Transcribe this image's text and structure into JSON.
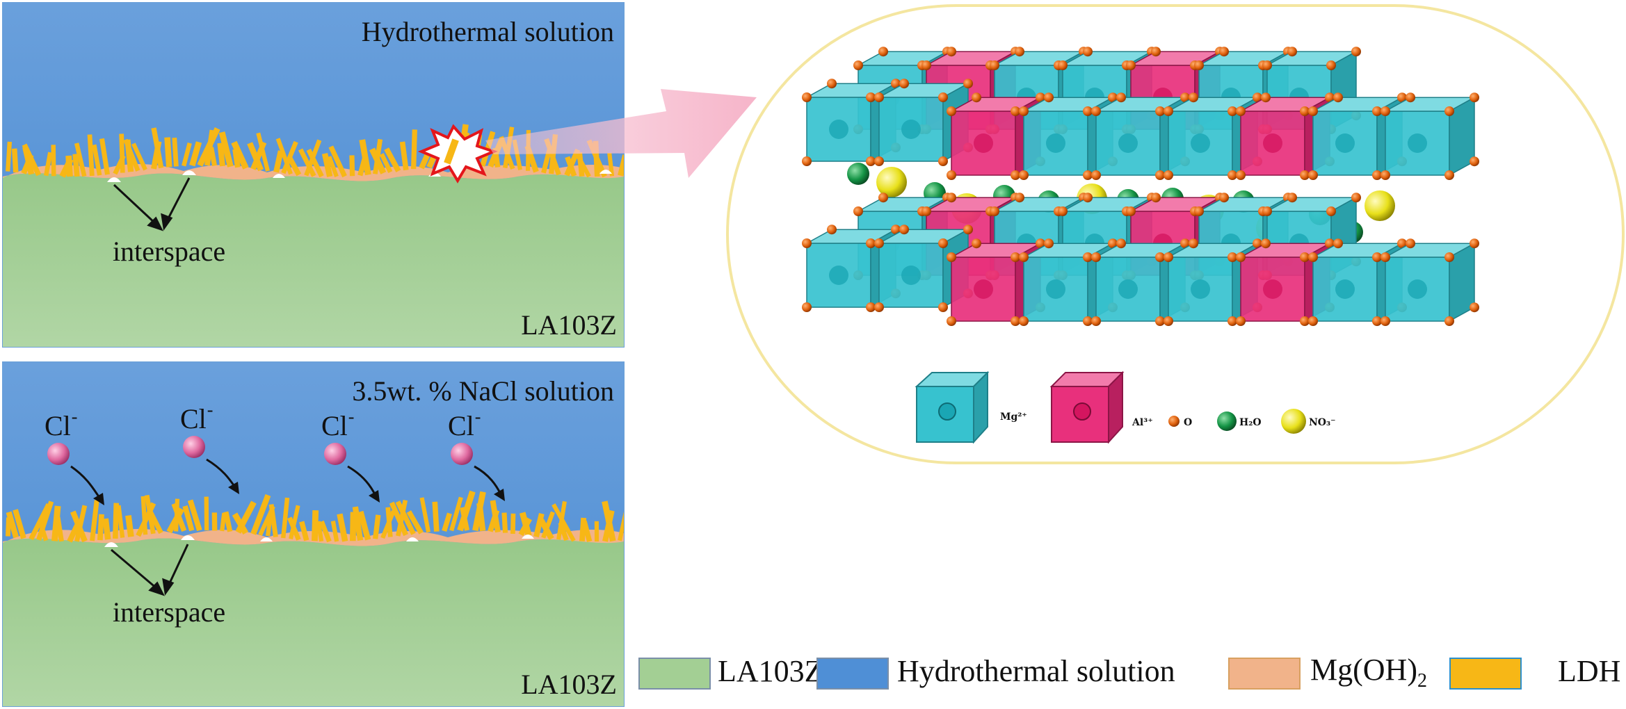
{
  "top_panel": {
    "title": "Hydrothermal solution",
    "substrate": "LA103Z",
    "interspace_label": "interspace"
  },
  "bottom_panel": {
    "title": "3.5wt. % NaCl solution",
    "substrate": "LA103Z",
    "interspace_label": "interspace",
    "chloride_label": "Cl",
    "chloride_charge": "-"
  },
  "structure_legend": {
    "mg": "Mg²⁺",
    "al": "Al³⁺",
    "o": "O",
    "h2o": "H₂O",
    "no3": "NO₃⁻"
  },
  "legend": {
    "la103z": "LA103Z",
    "hydrothermal": "Hydrothermal solution",
    "mgoh2_main": "Mg(OH)",
    "mgoh2_sub": "2",
    "ldh": "LDH"
  },
  "colors": {
    "solution": "#4f8fd6",
    "substrate": "#a3cf94",
    "mg_oh2": "#f1b38a",
    "ldh": "#f7b716",
    "mg_octahedron": "#37c2cf",
    "al_octahedron": "#e8307c",
    "oxygen": "#e0620e",
    "water": "#149445",
    "nitrate": "#e8e01a",
    "chloride": "#e06aa0"
  }
}
